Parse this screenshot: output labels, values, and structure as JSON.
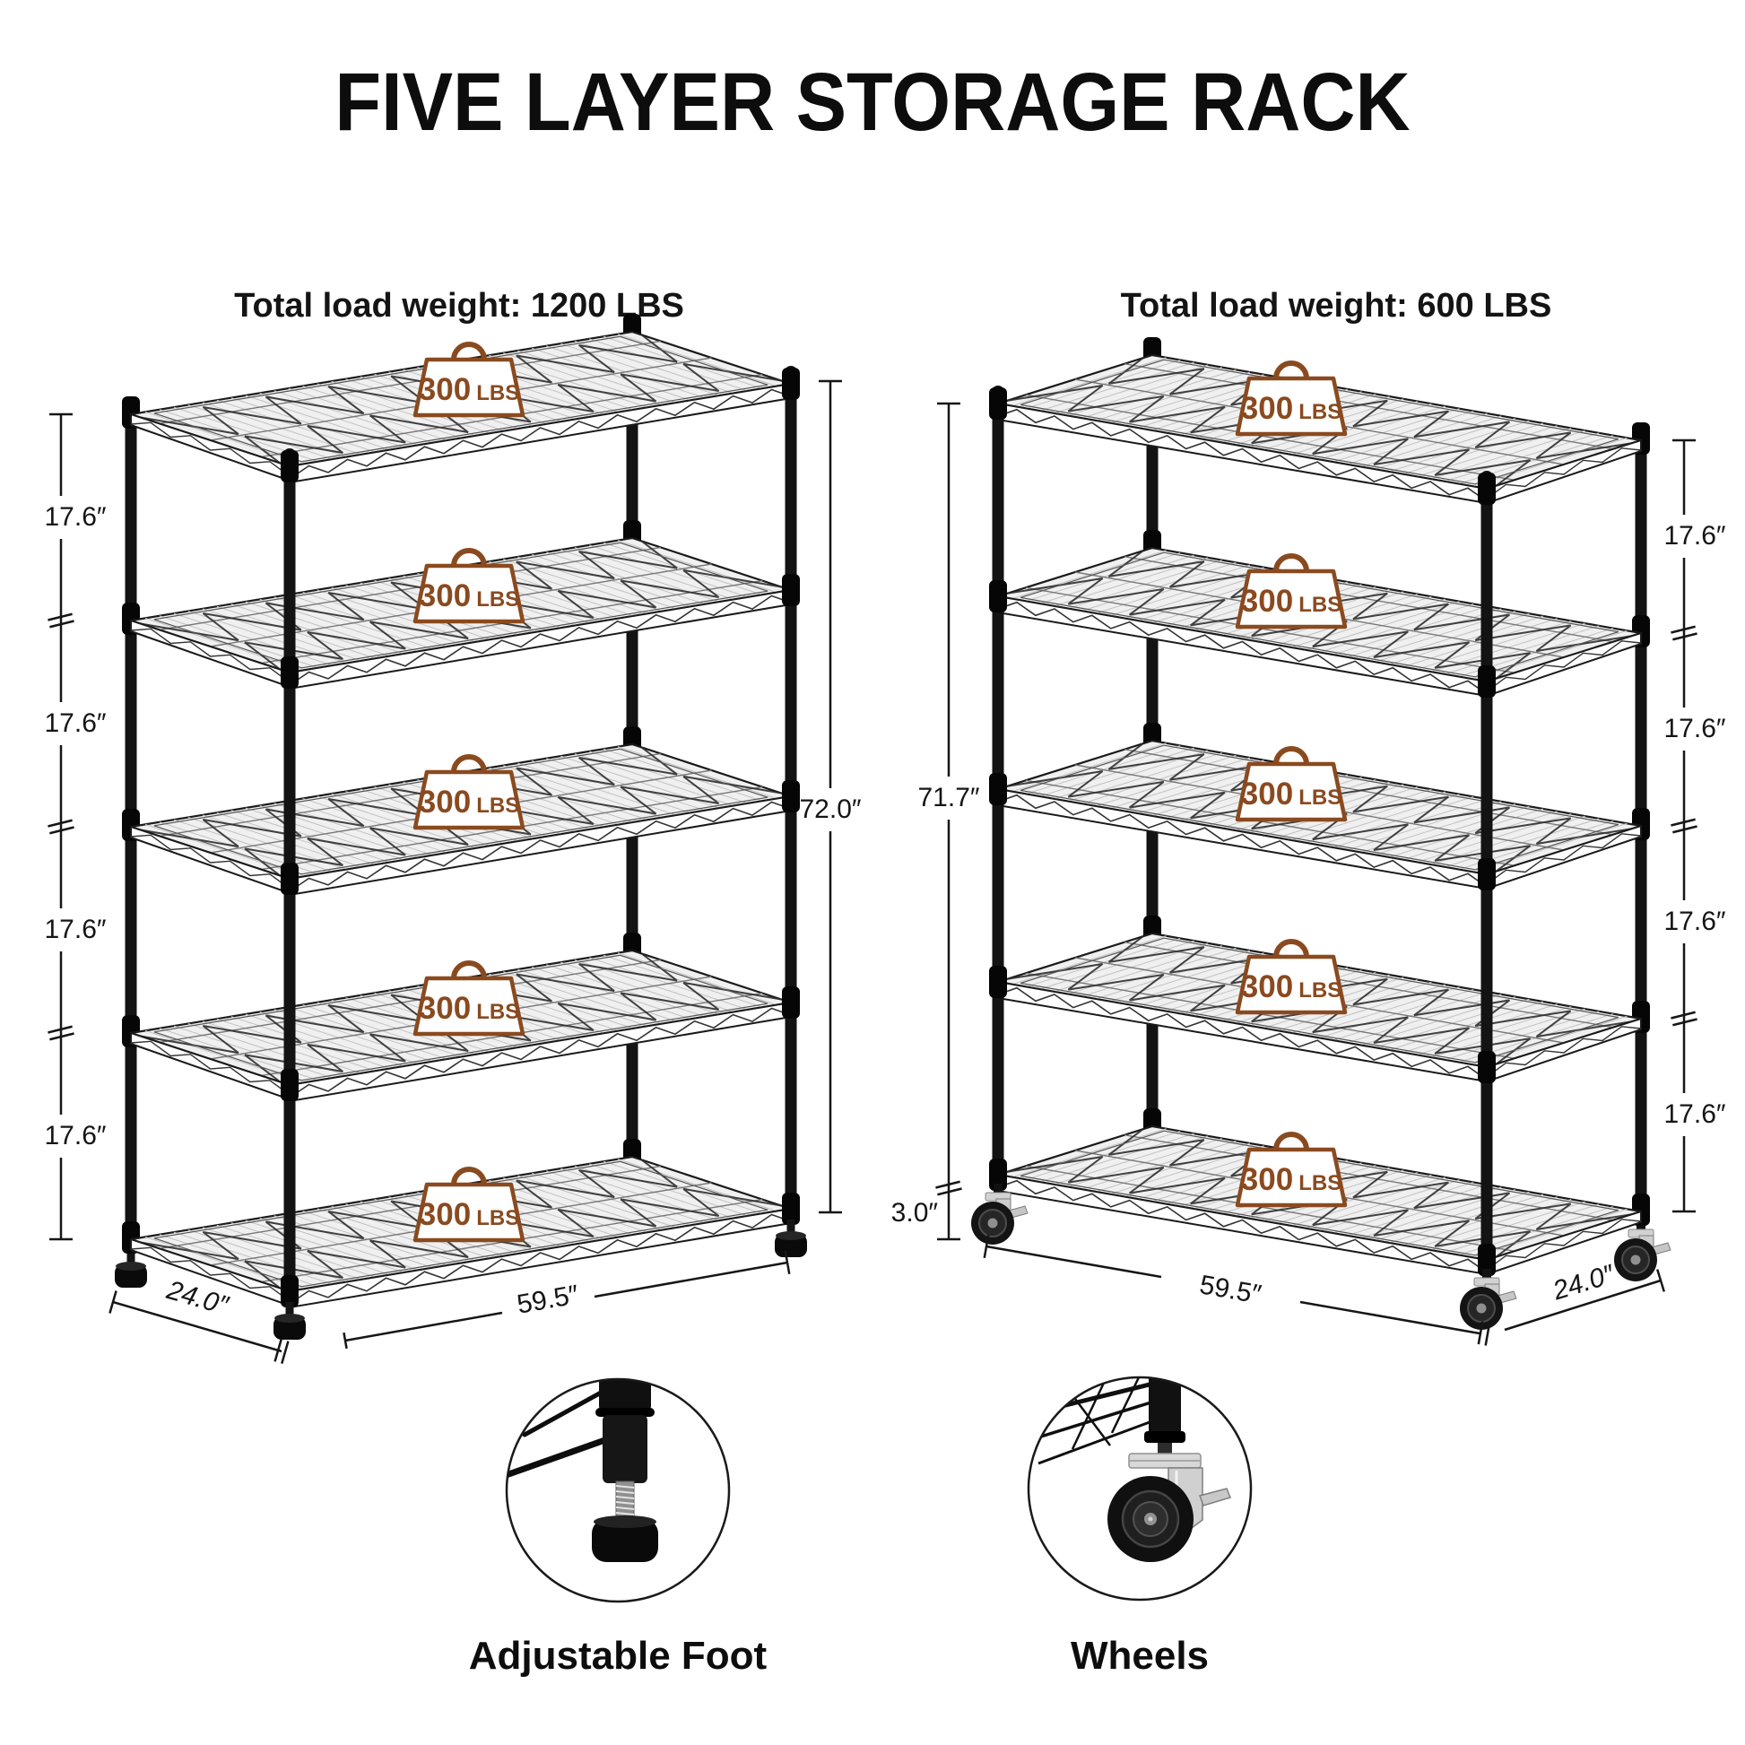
{
  "title": "FIVE LAYER STORAGE RACK",
  "left_rack": {
    "header": "Total load weight: 1200 LBS",
    "gap_labels": [
      "17.6″",
      "17.6″",
      "17.6″",
      "17.6″"
    ],
    "height_label": "72.0″",
    "width_label": "59.5″",
    "depth_label": "24.0″",
    "shelf_count": 5,
    "foot_type": "adjustable foot"
  },
  "right_rack": {
    "header": "Total load weight: 600 LBS",
    "gap_labels": [
      "17.6″",
      "17.6″",
      "17.6″",
      "17.6″"
    ],
    "height_label": "71.7″",
    "wheel_height_label": "3.0″",
    "width_label": "59.5″",
    "depth_label": "24.0″",
    "shelf_count": 5,
    "foot_type": "caster wheels"
  },
  "weight_tag": {
    "value": "300",
    "unit": "LBS",
    "color": "#8a4a1f"
  },
  "details": [
    {
      "label": "Adjustable Foot",
      "icon": "adjustable-foot-icon"
    },
    {
      "label": "Wheels",
      "icon": "caster-wheel-icon"
    }
  ]
}
